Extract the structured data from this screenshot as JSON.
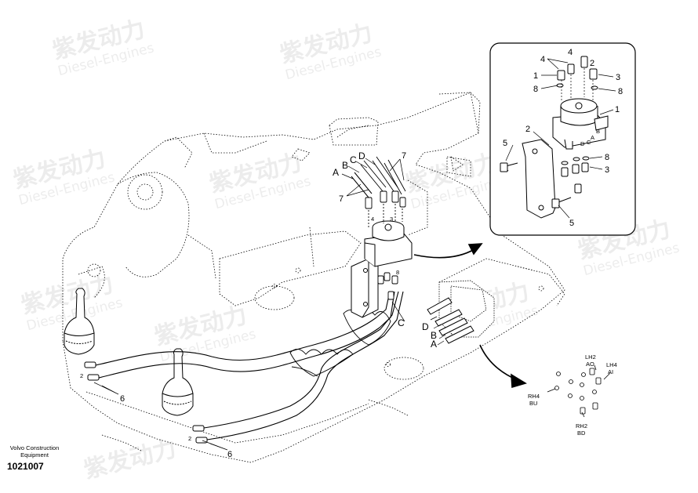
{
  "watermark": {
    "cn": "紫发动力",
    "en": "Diesel-Engines"
  },
  "callouts": {
    "n1": "1",
    "n2": "2",
    "n3": "3",
    "n4": "4",
    "n5": "5",
    "n6": "6",
    "n7": "7",
    "n8": "8"
  },
  "ports": {
    "A": "A",
    "B": "B",
    "C": "C",
    "D": "D"
  },
  "ports_main": {
    "A": "A",
    "B": "B",
    "C": "C",
    "D": "D"
  },
  "detail_ports": {
    "A": "A",
    "B": "B",
    "C": "C",
    "D": "D"
  },
  "valve_labels": {
    "lh2_line1": "LH2",
    "lh2_line2": "AO",
    "lh4_line1": "LH4",
    "lh4_line2": "AI",
    "rh4_line1": "RH4",
    "rh4_line2": "BU",
    "rh2_line1": "RH2",
    "rh2_line2": "BD"
  },
  "footer": {
    "company_line1": "Volvo Construction",
    "company_line2": "Equipment",
    "drawing_number": "1021007"
  }
}
